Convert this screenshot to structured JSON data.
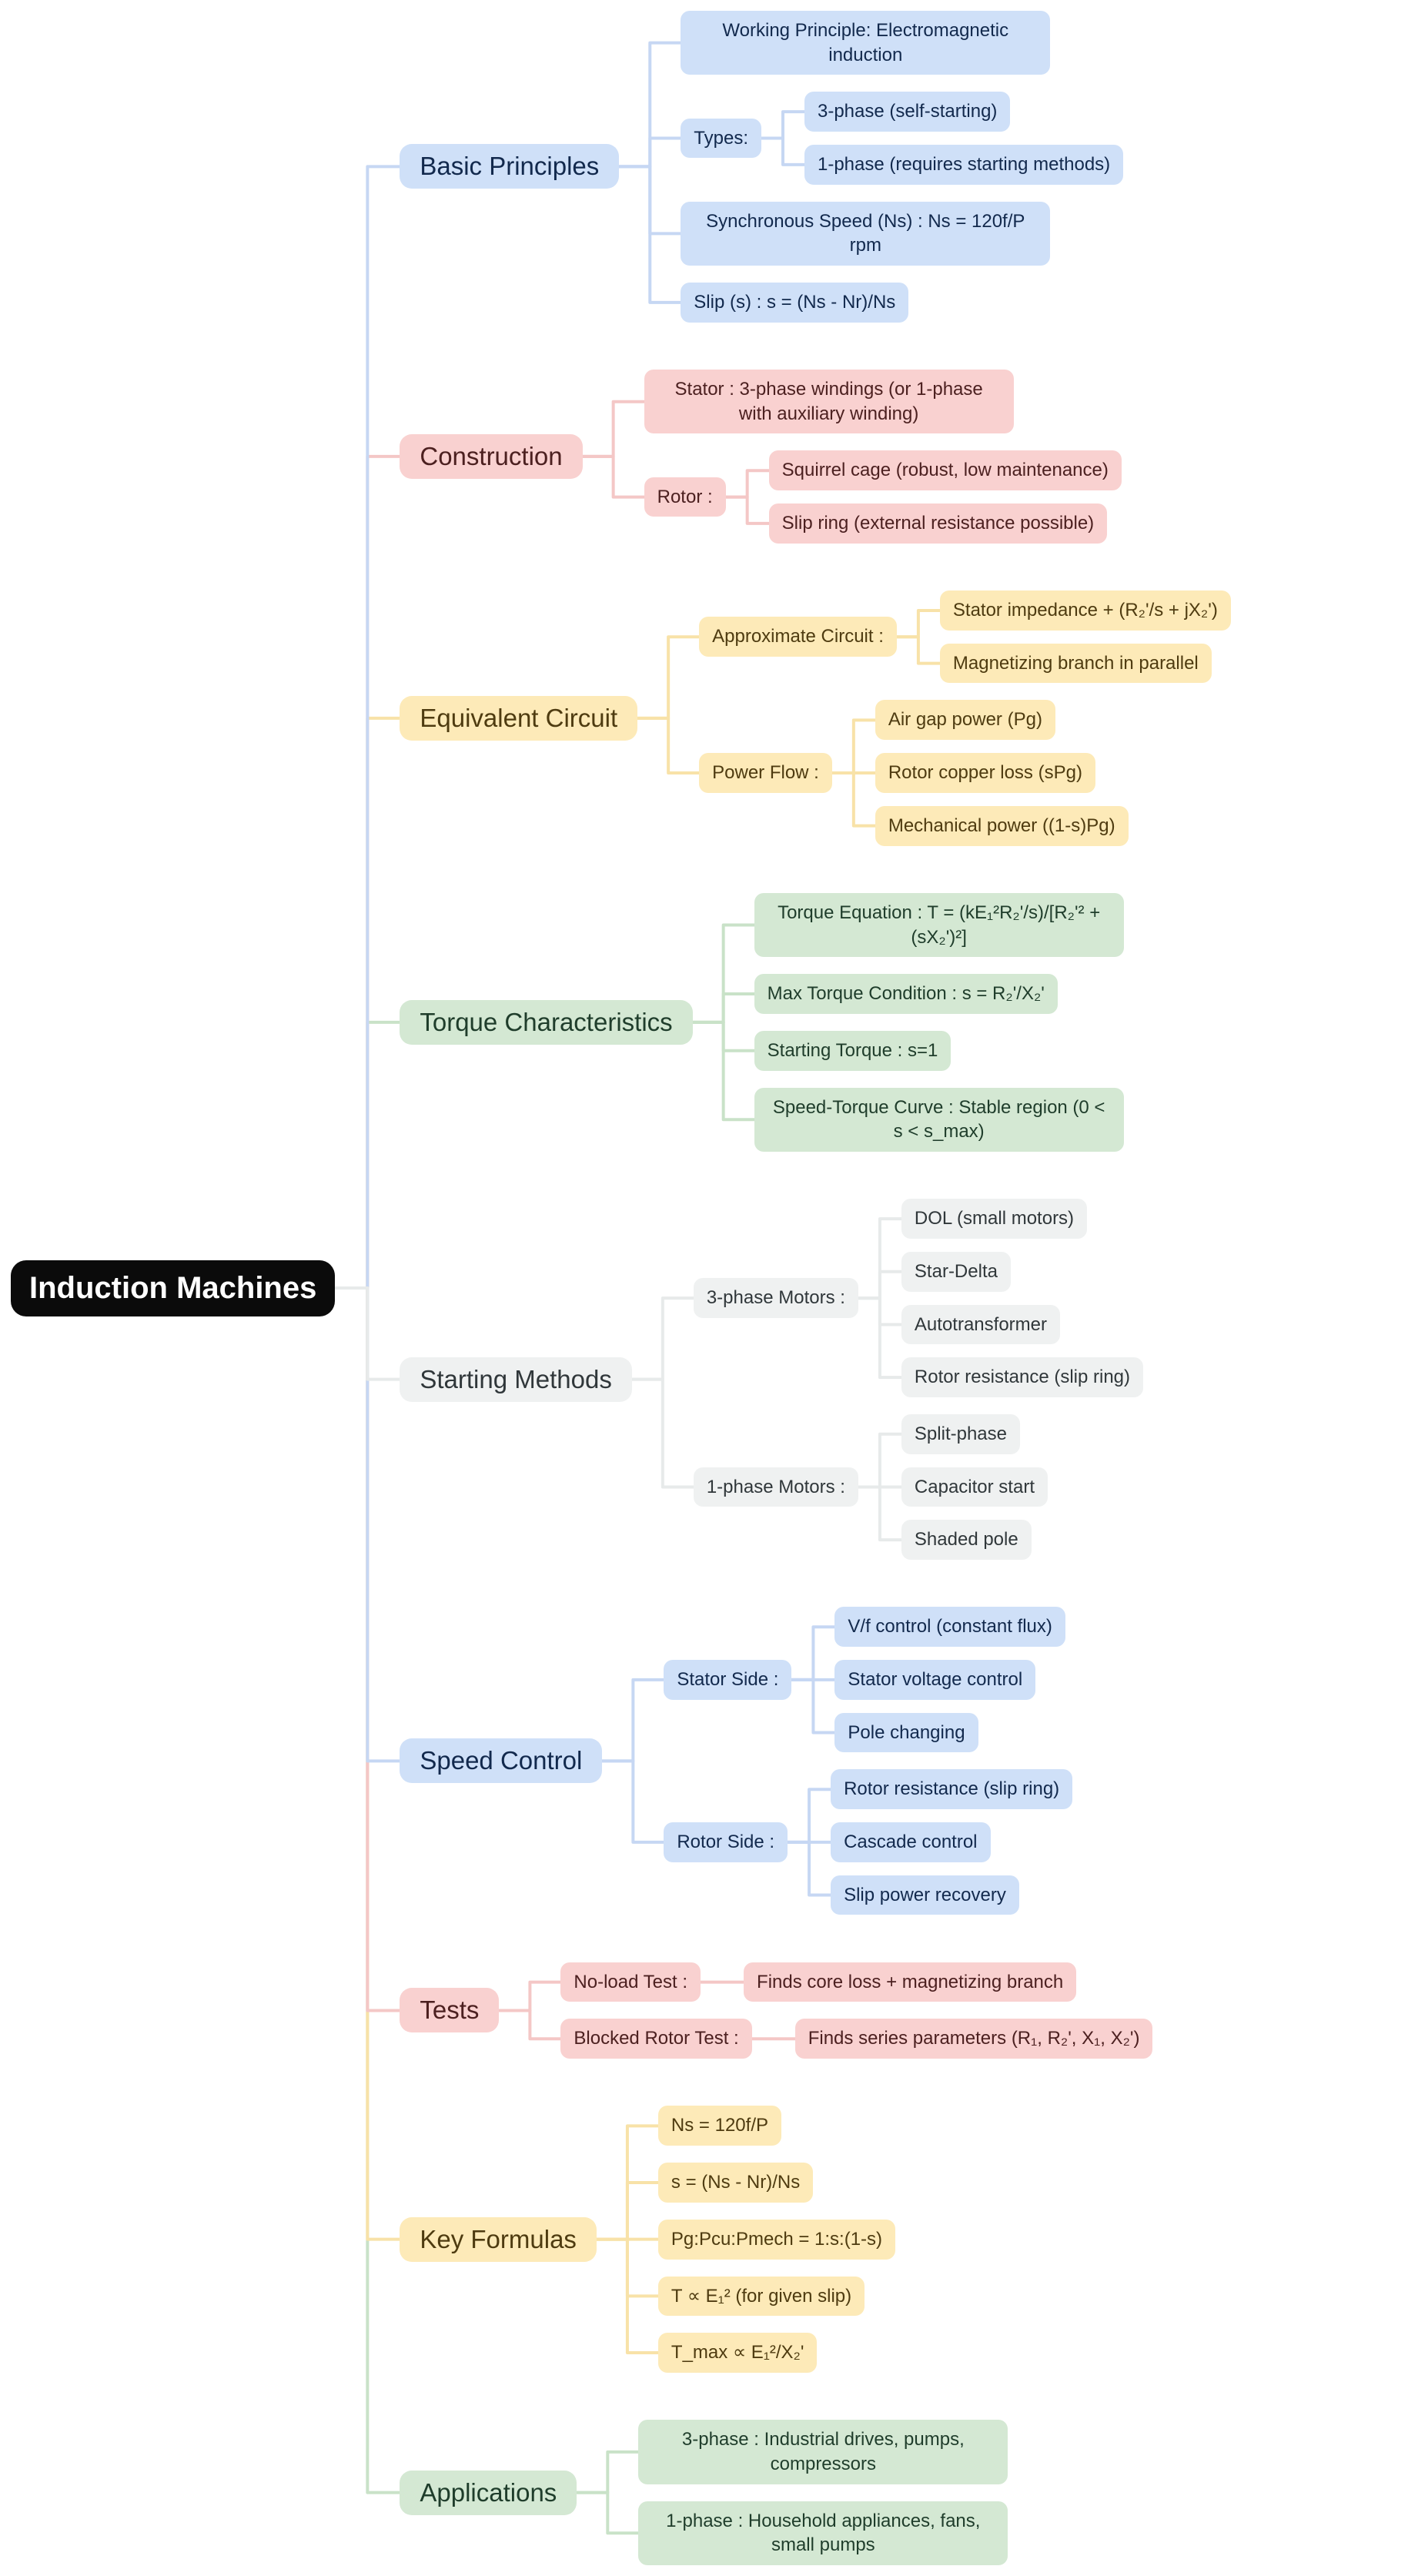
{
  "root": {
    "label": "Induction Machines"
  },
  "palette": {
    "blue": {
      "bg": "#cfe0f8",
      "text": "#12294d",
      "line": "#c6d7f3"
    },
    "pink": {
      "bg": "#f9d1d0",
      "text": "#4c2020",
      "line": "#f4c7c6"
    },
    "yellow": {
      "bg": "#fdeab8",
      "text": "#4e3b10",
      "line": "#f8e2a8"
    },
    "green": {
      "bg": "#d4e8d3",
      "text": "#1f3d2b",
      "line": "#c9e2c8"
    },
    "gray": {
      "bg": "#eff1f1",
      "text": "#30373a",
      "line": "#e7eaea"
    },
    "root": {
      "bg": "#0b0b0b",
      "text": "#ffffff"
    }
  },
  "branches": [
    {
      "id": "basic-principles",
      "label": "Basic Principles",
      "color": "blue",
      "children": [
        {
          "label": "Working Principle: Electromagnetic induction"
        },
        {
          "label": "Types:",
          "children": [
            {
              "label": "3-phase (self-starting)"
            },
            {
              "label": "1-phase (requires starting methods)"
            }
          ]
        },
        {
          "label": "Synchronous Speed (Ns) : Ns = 120f/P rpm"
        },
        {
          "label": "Slip (s) : s = (Ns - Nr)/Ns"
        }
      ]
    },
    {
      "id": "construction",
      "label": "Construction",
      "color": "pink",
      "children": [
        {
          "label": "Stator : 3-phase windings (or 1-phase with auxiliary winding)"
        },
        {
          "label": "Rotor :",
          "children": [
            {
              "label": "Squirrel cage (robust, low maintenance)"
            },
            {
              "label": "Slip ring (external resistance possible)"
            }
          ]
        }
      ]
    },
    {
      "id": "equivalent-circuit",
      "label": "Equivalent Circuit",
      "color": "yellow",
      "children": [
        {
          "label": "Approximate Circuit :",
          "children": [
            {
              "label": "Stator impedance + (R₂'/s + jX₂')"
            },
            {
              "label": "Magnetizing branch in parallel"
            }
          ]
        },
        {
          "label": "Power Flow :",
          "children": [
            {
              "label": "Air gap power (Pg)"
            },
            {
              "label": "Rotor copper loss (sPg)"
            },
            {
              "label": "Mechanical power ((1-s)Pg)"
            }
          ]
        }
      ]
    },
    {
      "id": "torque-characteristics",
      "label": "Torque Characteristics",
      "color": "green",
      "children": [
        {
          "label": "Torque Equation : T = (kE₁²R₂'/s)/[R₂'² + (sX₂')²]"
        },
        {
          "label": "Max Torque Condition : s = R₂'/X₂'"
        },
        {
          "label": "Starting Torque : s=1"
        },
        {
          "label": "Speed-Torque Curve : Stable region (0 < s < s_max)"
        }
      ]
    },
    {
      "id": "starting-methods",
      "label": "Starting Methods",
      "color": "gray",
      "children": [
        {
          "label": "3-phase Motors :",
          "children": [
            {
              "label": "DOL (small motors)"
            },
            {
              "label": "Star-Delta"
            },
            {
              "label": "Autotransformer"
            },
            {
              "label": "Rotor resistance (slip ring)"
            }
          ]
        },
        {
          "label": "1-phase Motors :",
          "children": [
            {
              "label": "Split-phase"
            },
            {
              "label": "Capacitor start"
            },
            {
              "label": "Shaded pole"
            }
          ]
        }
      ]
    },
    {
      "id": "speed-control",
      "label": "Speed Control",
      "color": "blue",
      "children": [
        {
          "label": "Stator Side :",
          "children": [
            {
              "label": "V/f control (constant flux)"
            },
            {
              "label": "Stator voltage control"
            },
            {
              "label": "Pole changing"
            }
          ]
        },
        {
          "label": "Rotor Side :",
          "children": [
            {
              "label": "Rotor resistance (slip ring)"
            },
            {
              "label": "Cascade control"
            },
            {
              "label": "Slip power recovery"
            }
          ]
        }
      ]
    },
    {
      "id": "tests",
      "label": "Tests",
      "color": "pink",
      "children": [
        {
          "label": "No-load Test :",
          "children": [
            {
              "label": "Finds core loss + magnetizing branch"
            }
          ]
        },
        {
          "label": "Blocked Rotor Test :",
          "children": [
            {
              "label": "Finds series parameters (R₁, R₂', X₁, X₂')"
            }
          ]
        }
      ]
    },
    {
      "id": "key-formulas",
      "label": "Key Formulas",
      "color": "yellow",
      "children": [
        {
          "label": "Ns = 120f/P"
        },
        {
          "label": "s = (Ns - Nr)/Ns"
        },
        {
          "label": "Pg:Pcu:Pmech = 1:s:(1-s)"
        },
        {
          "label": "T ∝ E₁² (for given slip)"
        },
        {
          "label": "T_max ∝ E₁²/X₂'"
        }
      ]
    },
    {
      "id": "applications",
      "label": "Applications",
      "color": "green",
      "children": [
        {
          "label": "3-phase : Industrial drives, pumps, compressors"
        },
        {
          "label": "1-phase : Household appliances, fans, small pumps"
        }
      ]
    }
  ]
}
